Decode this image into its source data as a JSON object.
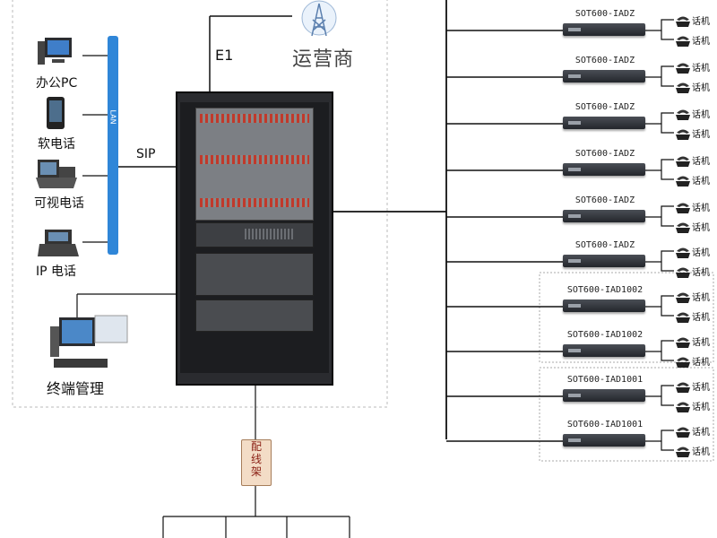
{
  "carrier": {
    "label": "运营商"
  },
  "links": {
    "e1": "E1",
    "sip": "SIP",
    "lan": "LAN"
  },
  "terminals": [
    {
      "label": "办公PC",
      "icon": "desktop-pc-icon"
    },
    {
      "label": "软电话",
      "icon": "softphone-icon"
    },
    {
      "label": "可视电话",
      "icon": "video-phone-icon"
    },
    {
      "label": "IP 电话",
      "icon": "ip-phone-icon"
    }
  ],
  "management": {
    "label": "终端管理"
  },
  "ddf": {
    "chars": [
      "配",
      "线",
      "架"
    ]
  },
  "gateways": [
    {
      "model": "SOT600-IADZ",
      "phones": [
        "话机",
        "话机"
      ]
    },
    {
      "model": "SOT600-IADZ",
      "phones": [
        "话机",
        "话机"
      ]
    },
    {
      "model": "SOT600-IADZ",
      "phones": [
        "话机",
        "话机"
      ]
    },
    {
      "model": "SOT600-IADZ",
      "phones": [
        "话机",
        "话机"
      ]
    },
    {
      "model": "SOT600-IADZ",
      "phones": [
        "话机",
        "话机"
      ]
    },
    {
      "model": "SOT600-IADZ",
      "phones": [
        "话机",
        "话机"
      ]
    },
    {
      "model": "SOT600-IAD1002",
      "phones": [
        "话机",
        "话机"
      ]
    },
    {
      "model": "SOT600-IAD1002",
      "phones": [
        "话机",
        "话机"
      ]
    },
    {
      "model": "SOT600-IAD1001",
      "phones": [
        "话机",
        "话机"
      ]
    },
    {
      "model": "SOT600-IAD1001",
      "phones": [
        "话机",
        "话机"
      ]
    }
  ],
  "colors": {
    "lan": "#2f86d8",
    "rack": "#1c1d20",
    "line": "#111111",
    "accent_red": "#c0392b"
  }
}
